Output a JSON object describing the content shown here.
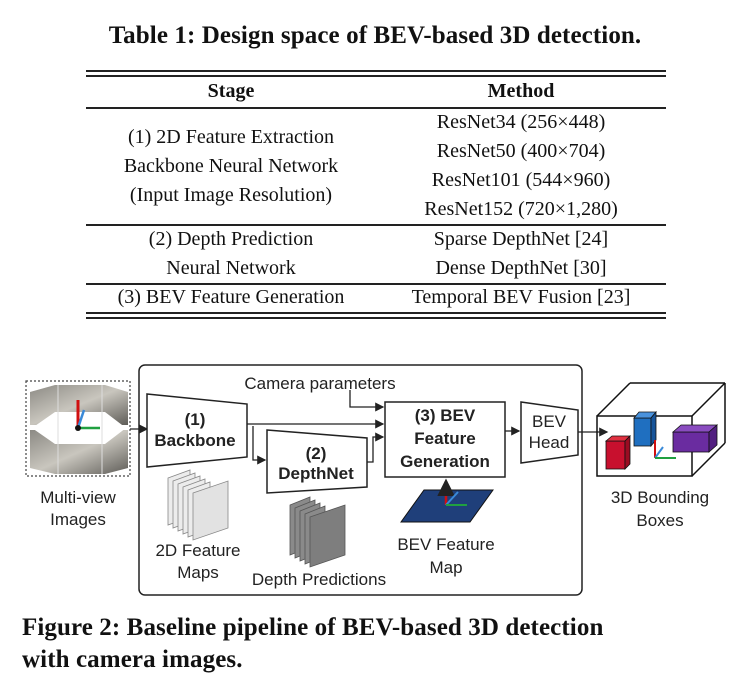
{
  "table": {
    "caption": "Table 1: Design space of BEV-based 3D detection.",
    "headers": [
      "Stage",
      "Method"
    ],
    "rows": [
      {
        "stage": [
          "(1) 2D Feature Extraction",
          "Backbone Neural Network",
          "(Input Image Resolution)"
        ],
        "methods": [
          "ResNet34 (256×448)",
          "ResNet50 (400×704)",
          "ResNet101 (544×960)",
          "ResNet152 (720×1,280)"
        ]
      },
      {
        "stage": [
          "(2) Depth Prediction",
          "Neural Network"
        ],
        "methods": [
          "Sparse DepthNet [24]",
          "Dense DepthNet [30]"
        ]
      },
      {
        "stage": [
          "(3) BEV Feature Generation"
        ],
        "methods": [
          "Temporal BEV Fusion [23]"
        ]
      }
    ]
  },
  "figure": {
    "caption_line1": "Figure 2: Baseline pipeline of BEV-based 3D detection",
    "caption_line2": "with camera images.",
    "labels": {
      "multiview_1": "Multi-view",
      "multiview_2": "Images",
      "camera_params": "Camera parameters",
      "backbone_1": "(1)",
      "backbone_2": "Backbone",
      "depthnet_1": "(2)",
      "depthnet_2": "DepthNet",
      "bevgen_1": "(3) BEV",
      "bevgen_2": "Feature",
      "bevgen_3": "Generation",
      "bevhead_1": "BEV",
      "bevhead_2": "Head",
      "featmaps_1": "2D Feature",
      "featmaps_2": "Maps",
      "depthpred": "Depth Predictions",
      "bevmap_1": "BEV Feature",
      "bevmap_2": "Map",
      "boxes_1": "3D Bounding",
      "boxes_2": "Boxes"
    },
    "colors": {
      "label_text": "#222222",
      "bev_map": "#1f3f7a",
      "box_red": "#c8102e",
      "box_blue": "#1f6fc0",
      "box_purple": "#6a2ca0",
      "axis_red": "#d01010",
      "axis_green": "#20a040",
      "axis_blue": "#3a8ad8"
    }
  }
}
